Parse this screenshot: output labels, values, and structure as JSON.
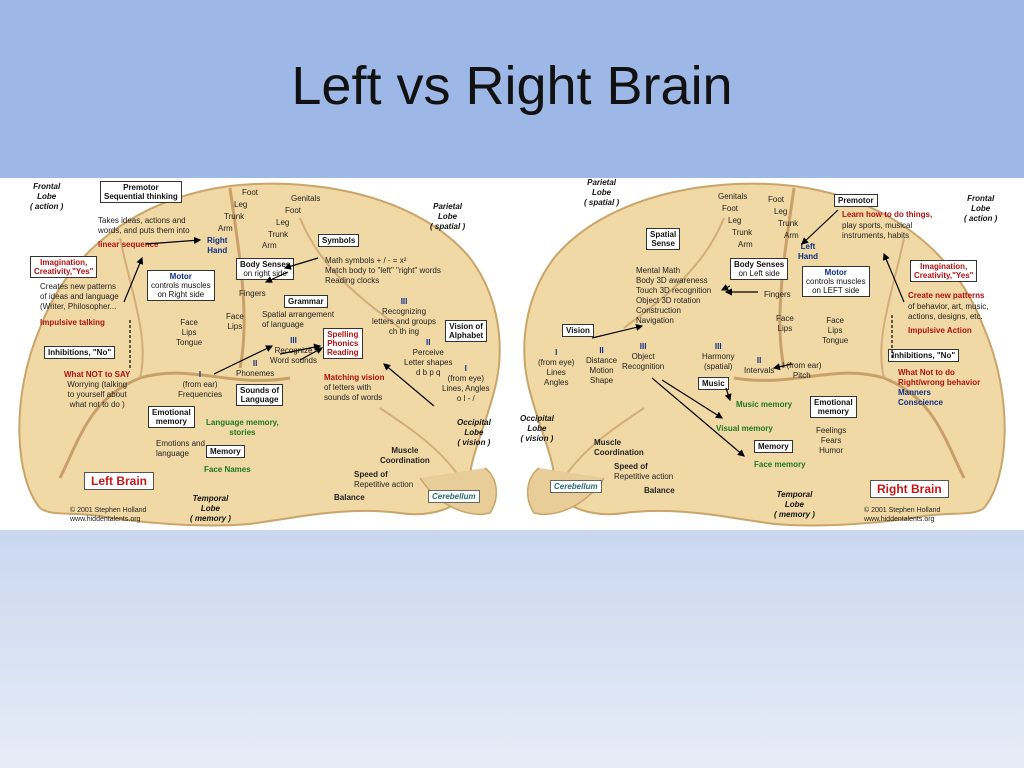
{
  "slide": {
    "title": "Left vs Right Brain"
  },
  "left": {
    "lobes": {
      "frontal": [
        "Frontal",
        "Lobe",
        "( action )"
      ],
      "parietal": [
        "Parietal",
        "Lobe",
        "( spatial )"
      ],
      "occipital": [
        "Occipital",
        "Lobe",
        "( vision )"
      ],
      "temporal": [
        "Temporal",
        "Lobe",
        "( memory )"
      ]
    },
    "boxes": {
      "premotor": [
        "Premotor",
        "Sequential thinking"
      ],
      "imagination": [
        "Imagination,",
        "Creativity,\"Yes\""
      ],
      "motor": [
        "Motor",
        "controls muscles",
        "on Right side"
      ],
      "body_senses": [
        "Body Senses",
        "on right side"
      ],
      "symbols": "Symbols",
      "grammar": "Grammar",
      "inhibitions": "Inhibitions, \"No\"",
      "spelling": [
        "Spelling",
        "Phonics",
        "Reading"
      ],
      "vision_alphabet": [
        "Vision of",
        "Alphabet"
      ],
      "sounds": [
        "Sounds of",
        "Language"
      ],
      "emotional": [
        "Emotional",
        "memory"
      ],
      "memory": "Memory"
    },
    "texts": {
      "homunculus": [
        "Foot",
        "Leg",
        "Trunk",
        "Arm",
        "Genitals",
        "Foot",
        "Leg",
        "Trunk",
        "Arm"
      ],
      "takes_ideas": [
        "Takes ideas, actions and",
        "words, and puts them into"
      ],
      "linear_sequence": "linear sequence",
      "right_hand": [
        "Right",
        "Hand"
      ],
      "math": [
        "Math symbols  + / - = x²",
        "Match body to \"left\" \"right\" words",
        "Reading clocks"
      ],
      "fingers": "Fingers",
      "creates": [
        "Creates new patterns",
        "of ideas and language",
        "(Writer, Philosopher..."
      ],
      "impulsive": "Impulsive talking",
      "face_lips_tongue": [
        "Face",
        "Lips",
        "Tongue"
      ],
      "face_lips": [
        "Face",
        "Lips"
      ],
      "spatial_arr": [
        "Spatial arrangement",
        "of language"
      ],
      "recognizing": [
        "III",
        "Recognizing",
        "letters and groups",
        "ch  th  ing"
      ],
      "perceive": [
        "II",
        "Perceive",
        "Letter shapes",
        "d b  p q"
      ],
      "from_eye": [
        "I",
        "(from eye)",
        "Lines, Angles",
        "o l - /"
      ],
      "what_not": [
        "What NOT to SAY",
        "Worrying (talking",
        "to yourself about",
        "what not to do )"
      ],
      "phonemes": [
        "I",
        "(from ear)",
        "Frequencies"
      ],
      "ii_phonemes": [
        "II",
        "Phonemes"
      ],
      "iii_word": [
        "III",
        "Recognize",
        "Word sounds"
      ],
      "matching": [
        "Matching vision",
        "of letters with",
        "sounds of words"
      ],
      "emotions": [
        "Emotions and",
        "language"
      ],
      "lang_memory": [
        "Language memory,",
        "stories"
      ],
      "face_names": "Face Names",
      "muscle": [
        "Muscle",
        "Coordination"
      ],
      "speed": [
        "Speed of",
        "Repetitive action"
      ],
      "balance": "Balance",
      "cerebellum": "Cerebellum",
      "brain_label": "Left Brain",
      "credit": [
        "© 2001 Stephen Holland",
        "www.hiddentalents.org"
      ]
    }
  },
  "right": {
    "lobes": {
      "parietal": [
        "Parietal",
        "Lobe",
        "( spatial )"
      ],
      "frontal": [
        "Frontal",
        "Lobe",
        "( action )"
      ],
      "occipital": [
        "Occipital",
        "Lobe",
        "( vision )"
      ],
      "temporal": [
        "Temporal",
        "Lobe",
        "( memory )"
      ]
    },
    "boxes": {
      "spatial_sense": [
        "Spatial",
        "Sense"
      ],
      "body_senses": [
        "Body Senses",
        "on Left side"
      ],
      "premotor": "Premotor",
      "motor": [
        "Motor",
        "controls muscles",
        "on LEFT side"
      ],
      "imagination": [
        "Imagination,",
        "Creativity,\"Yes\""
      ],
      "vision": "Vision",
      "inhibitions": "Inhibitions, \"No\"",
      "music": "Music",
      "emotional": [
        "Emotional",
        "memory"
      ],
      "memory": "Memory"
    },
    "texts": {
      "homunculus": [
        "Genitals",
        "Foot",
        "Leg",
        "Trunk",
        "Arm",
        "Foot",
        "Leg",
        "Trunk",
        "Arm"
      ],
      "learn": "Learn how to do things,",
      "play": [
        "play sports, musical",
        "instruments, habits"
      ],
      "left_hand": [
        "Left",
        "Hand"
      ],
      "mental": [
        "Mental Math",
        "Body 3D awareness",
        "Touch 3D recognition",
        "Object 3D rotation",
        "Construction",
        "Navigation"
      ],
      "fingers": "Fingers",
      "face_lips": [
        "Face",
        "Lips"
      ],
      "face_lips_tongue": [
        "Face",
        "Lips",
        "Tongue"
      ],
      "create": "Create new patterns",
      "create2": [
        "of behavior, art, music,",
        "actions, designs, etc."
      ],
      "impulsive": "Impulsive Action",
      "what_not": [
        "What Not to do",
        "Right/wrong behavior",
        "Manners",
        "Conscience"
      ],
      "i_eye": [
        "I",
        "(from eye)",
        "Lines",
        "Angles"
      ],
      "ii_dist": [
        "II",
        "Distance",
        "Motion",
        "Shape"
      ],
      "iii_obj": [
        "III",
        "Object",
        "Recognition"
      ],
      "iii_harm": [
        "III",
        "Harmony",
        "(spatial)"
      ],
      "ii_int": [
        "II",
        "Intervals"
      ],
      "i_ear": [
        "I (from ear)",
        "Pitch"
      ],
      "music_memory": "Music memory",
      "visual_memory": "Visual memory",
      "feelings": [
        "Feelings",
        "Fears",
        "Humor"
      ],
      "face_memory": "Face memory",
      "muscle": [
        "Muscle",
        "Coordination"
      ],
      "speed": [
        "Speed of",
        "Repetitive action"
      ],
      "balance": "Balance",
      "cerebellum": "Cerebellum",
      "brain_label": "Right Brain",
      "credit": [
        "© 2001 Stephen Holland",
        "www.hiddentalents.org"
      ]
    }
  }
}
